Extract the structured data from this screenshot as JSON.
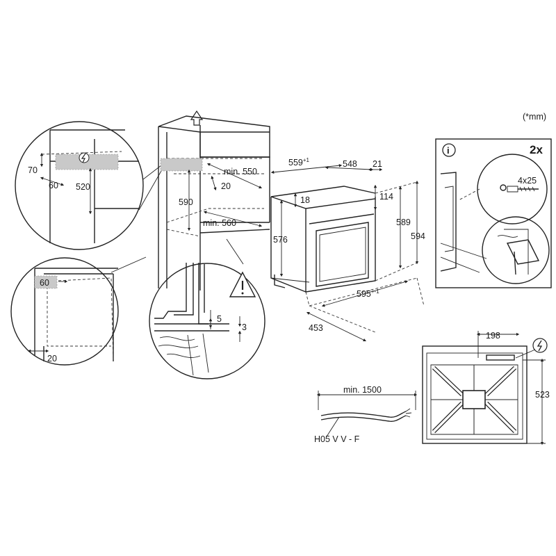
{
  "unit_note": "(*mm)",
  "callout": {
    "dim_70": "70",
    "dim_60": "60",
    "dim_520": "520"
  },
  "cabinet": {
    "dim_590": "590",
    "dim_min550": "min. 550",
    "dim_20": "20",
    "dim_min560": "min. 560"
  },
  "bottom_callout": {
    "dim_60": "60",
    "dim_20": "20"
  },
  "warning_detail": {
    "dim_5": "5",
    "dim_3": "3"
  },
  "oven": {
    "dim_559": "559",
    "dim_559_tol": "+1",
    "dim_548": "548",
    "dim_21": "21",
    "dim_114": "114",
    "dim_18": "18",
    "dim_576": "576",
    "dim_589": "589",
    "dim_594": "594",
    "dim_595": "595",
    "dim_595_tol": "+-1",
    "dim_453": "453"
  },
  "fixing_panel": {
    "info_symbol": "i",
    "quantity": "2x",
    "screw_size": "4x25"
  },
  "cable": {
    "min_length": "min. 1500",
    "cable_type": "H05 V V - F"
  },
  "rear_view": {
    "dim_198": "198",
    "dim_523": "523"
  },
  "icons": [
    "electric-connection-icon",
    "warning-icon",
    "info-icon",
    "up-arrow-icon"
  ]
}
